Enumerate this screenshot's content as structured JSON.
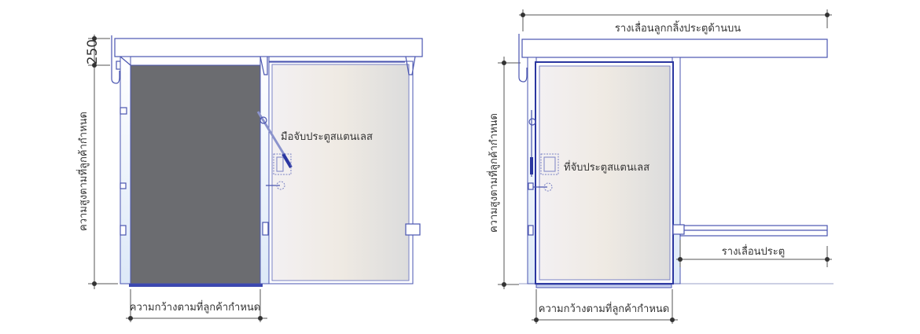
{
  "left_diagram": {
    "top_dimension": "250",
    "height_label": "ความสูงตามที่ลูกค้ากำหนด",
    "width_label": "ความกว้างตามที่ลูกค้ากำหนด",
    "handle_label": "มือจับประตูสแตนเลส"
  },
  "right_diagram": {
    "top_rail_label": "รางเลื่อนลูกกลิ้งประตูด้านบน",
    "height_label": "ความสูงตามที่ลูกค้ากำหนด",
    "width_label": "ความกว้างตามที่ลูกค้ากำหนด",
    "handle_label": "ที่จับประตูสแตนเลส",
    "track_label": "รางเลื่อนประตู"
  },
  "colors": {
    "line": "#4a55b0",
    "door_dark": "#6b6c70",
    "frame_fill": "#e6effa"
  }
}
